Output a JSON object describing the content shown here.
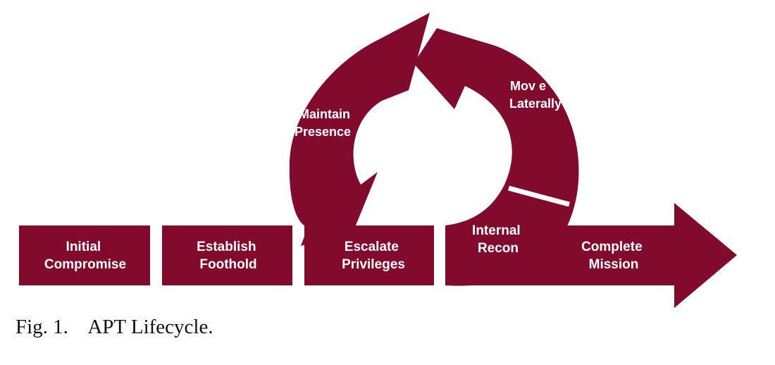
{
  "diagram": {
    "color": "#820a2c",
    "text_color": "#ffffff",
    "stages": [
      {
        "line1": "Initial",
        "line2": "Compromise"
      },
      {
        "line1": "Establish",
        "line2": "Foothold"
      },
      {
        "line1": "Escalate",
        "line2": "Privileges"
      },
      {
        "line1": "Internal",
        "line2": "Recon"
      },
      {
        "line1": "Complete",
        "line2": "Mission"
      }
    ],
    "cycle": [
      {
        "line1": "Maintain",
        "line2": "Presence"
      },
      {
        "line1": "Mov e",
        "line2": "Laterally"
      }
    ]
  },
  "caption": {
    "label": "Fig. 1.",
    "text": "APT Lifecycle."
  }
}
